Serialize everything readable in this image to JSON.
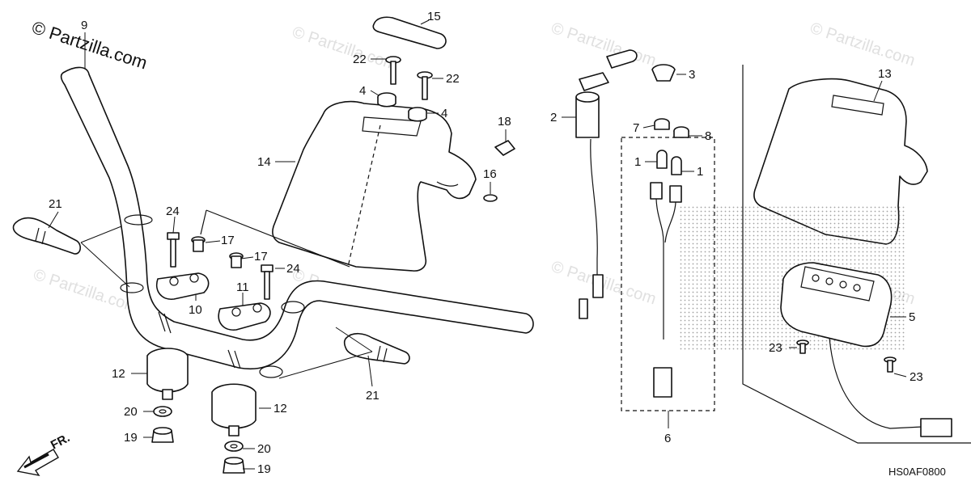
{
  "watermark": {
    "main": "© Partzilla.com",
    "faint": "© Partzilla.com"
  },
  "diagram_code": "HS0AF0800",
  "front_arrow": "FR.",
  "callouts": {
    "c1a": "1",
    "c1b": "1",
    "c2": "2",
    "c3": "3",
    "c4a": "4",
    "c4b": "4",
    "c5": "5",
    "c6": "6",
    "c7": "7",
    "c8": "8",
    "c9": "9",
    "c10": "10",
    "c11": "11",
    "c12a": "12",
    "c12b": "12",
    "c13": "13",
    "c14": "14",
    "c15": "15",
    "c16": "16",
    "c17a": "17",
    "c17b": "17",
    "c18": "18",
    "c19a": "19",
    "c19b": "19",
    "c20a": "20",
    "c20b": "20",
    "c21a": "21",
    "c21b": "21",
    "c22a": "22",
    "c22b": "22",
    "c23a": "23",
    "c23b": "23",
    "c24a": "24",
    "c24b": "24"
  }
}
